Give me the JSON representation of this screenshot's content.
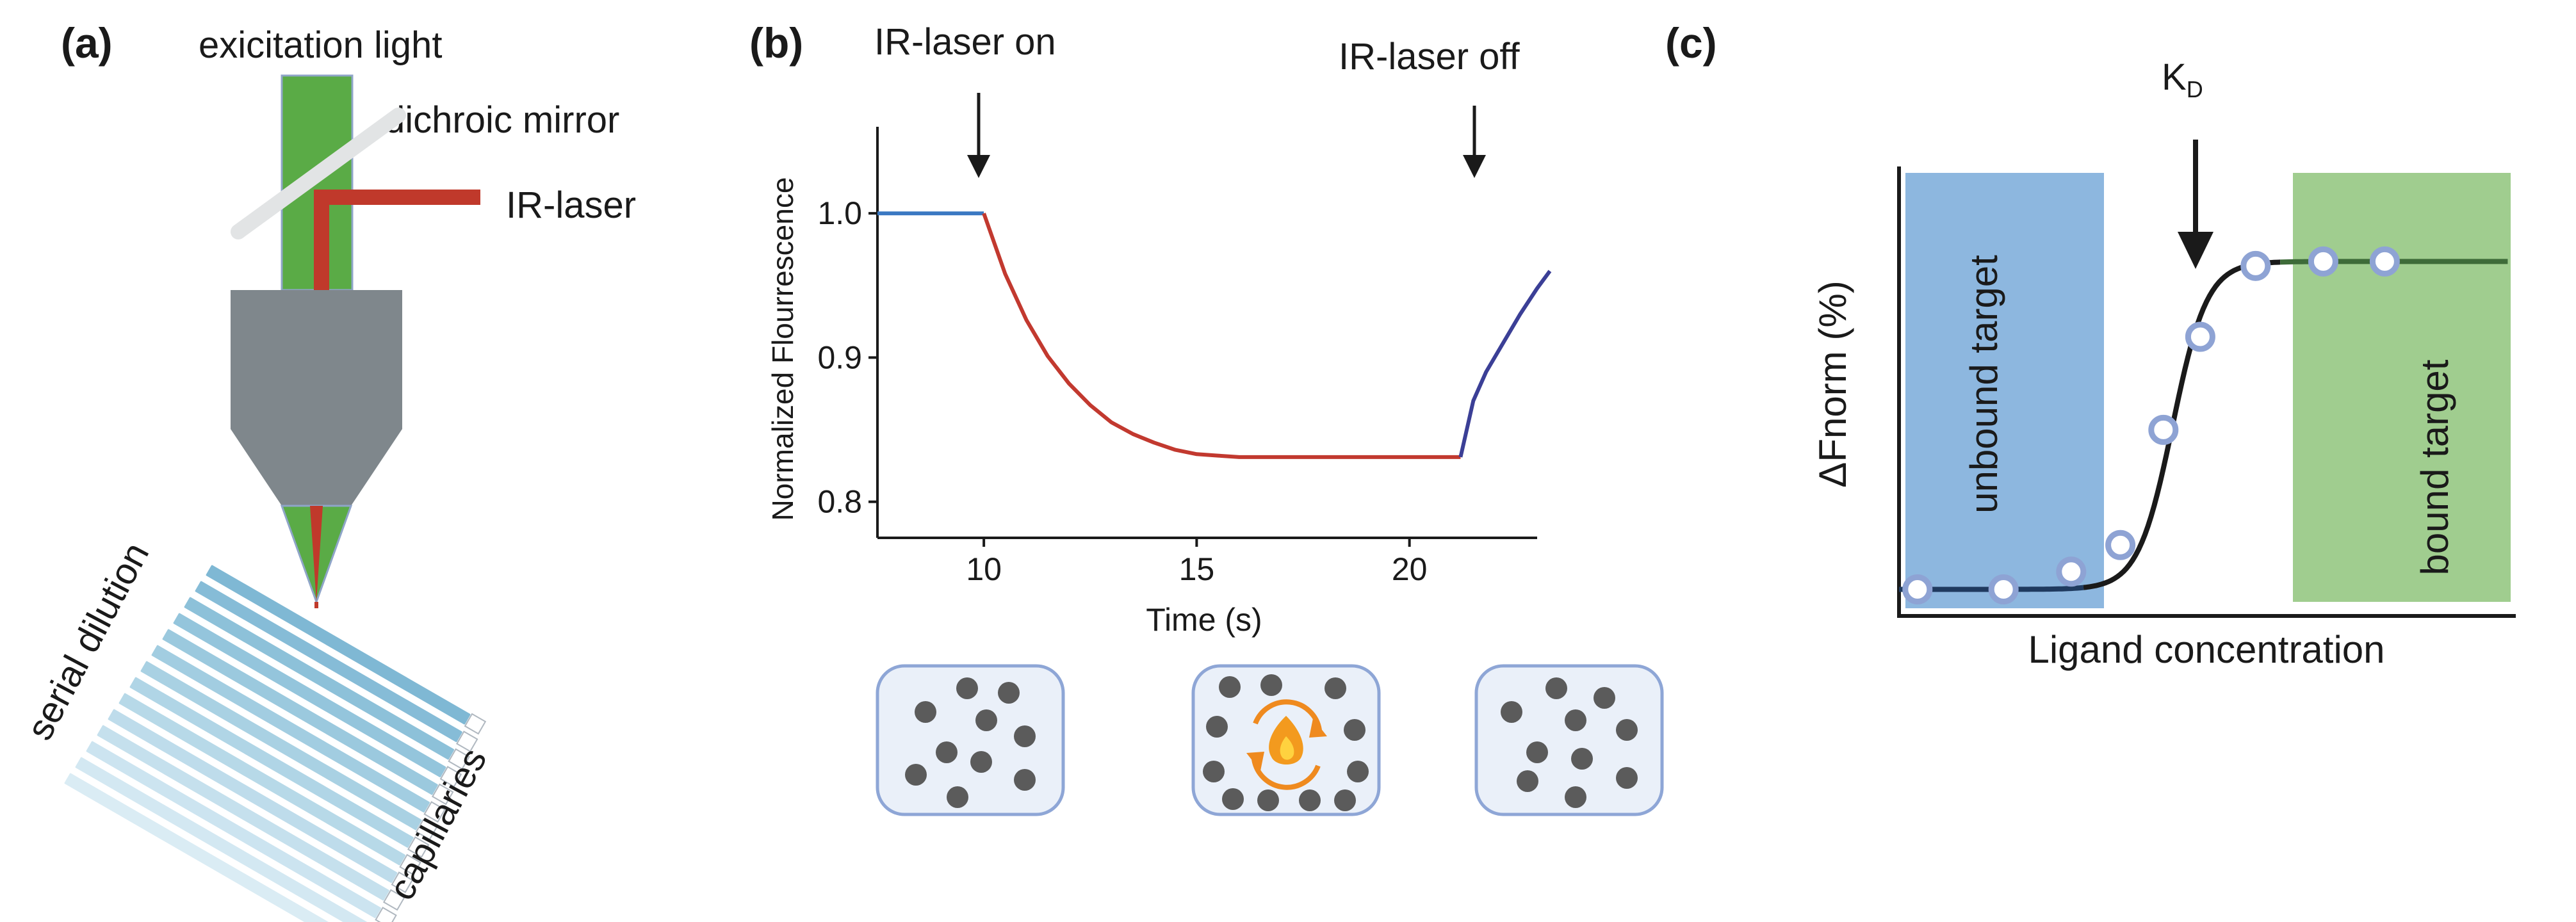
{
  "panel_a": {
    "letter": "(a)",
    "excitation_label": "exicitation light",
    "mirror_label": "dichroic mirror",
    "laser_label": "IR-laser",
    "dilution_label": "serial dilution",
    "capillaries_label": "capillaries",
    "colors": {
      "excitation": "#5aab46",
      "laser": "#c0392b",
      "objective": "#7f878c",
      "capillary": "#8fc4dc"
    }
  },
  "panel_b": {
    "letter": "(b)",
    "laser_on_label": "IR-laser on",
    "laser_off_label": "IR-laser off",
    "icons": [
      "particles-icon",
      "heated-particles-icon",
      "particles-icon"
    ],
    "chart_data": {
      "type": "line",
      "xlabel": "Time (s)",
      "ylabel": "Normalized Flourrescence",
      "xlim": [
        7.5,
        23
      ],
      "ylim": [
        0.775,
        1.06
      ],
      "xticks": [
        10,
        15,
        20
      ],
      "yticks": [
        0.8,
        0.9,
        1.0
      ],
      "annotations": [
        {
          "text": "IR-laser on",
          "x": 10
        },
        {
          "text": "IR-laser off",
          "x": 21.2
        }
      ],
      "series": [
        {
          "color": "#3a78c2",
          "points": [
            [
              7.5,
              1.0
            ],
            [
              10,
              1.0
            ]
          ]
        },
        {
          "color": "#c2392f",
          "points": [
            [
              10,
              1.0
            ],
            [
              10.5,
              0.958
            ],
            [
              11,
              0.926
            ],
            [
              11.5,
              0.901
            ],
            [
              12,
              0.882
            ],
            [
              12.5,
              0.867
            ],
            [
              13,
              0.855
            ],
            [
              13.5,
              0.847
            ],
            [
              14,
              0.841
            ],
            [
              14.5,
              0.836
            ],
            [
              15,
              0.833
            ],
            [
              15.5,
              0.832
            ],
            [
              16,
              0.831
            ],
            [
              18,
              0.831
            ],
            [
              21.2,
              0.831
            ]
          ]
        },
        {
          "color": "#3b3f96",
          "points": [
            [
              21.2,
              0.831
            ],
            [
              21.5,
              0.87
            ],
            [
              21.8,
              0.89
            ],
            [
              22.2,
              0.91
            ],
            [
              22.6,
              0.93
            ],
            [
              23,
              0.948
            ],
            [
              23.3,
              0.96
            ]
          ]
        }
      ]
    }
  },
  "panel_c": {
    "letter": "(c)",
    "kd_label": "K",
    "kd_subscript": "D",
    "unbound_label": "unbound target",
    "bound_label": "bound target",
    "chart_data": {
      "type": "scatter",
      "xlabel": "Ligand concentration",
      "ylabel": "ΔFnorm (%)",
      "unbound_color": "#8db7df",
      "bound_color": "#a0cd8f",
      "curve_colors": {
        "low": "#1f3a5f",
        "mid": "#1a1a1a",
        "high": "#3e6b39"
      },
      "points": [
        [
          0.03,
          0.06
        ],
        [
          0.17,
          0.06
        ],
        [
          0.28,
          0.1
        ],
        [
          0.36,
          0.16
        ],
        [
          0.43,
          0.42
        ],
        [
          0.49,
          0.63
        ],
        [
          0.58,
          0.79
        ],
        [
          0.69,
          0.8
        ],
        [
          0.79,
          0.8
        ]
      ]
    }
  }
}
